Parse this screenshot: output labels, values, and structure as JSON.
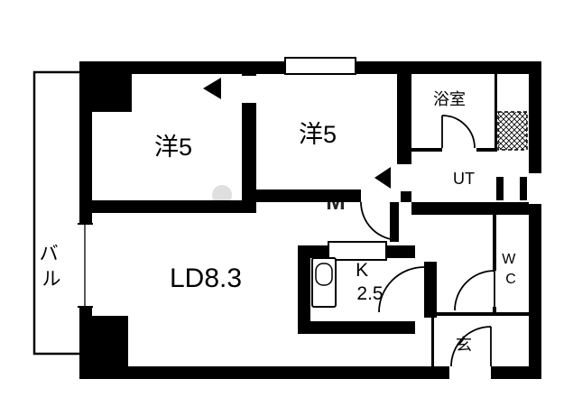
{
  "floor_plan": {
    "rooms": {
      "bedroom_a": {
        "label": "洋5"
      },
      "bedroom_b": {
        "label": "洋5"
      },
      "bath": {
        "label": "浴室"
      },
      "utility": {
        "label": "UT"
      },
      "toilet": {
        "lines": [
          "W",
          "C"
        ]
      },
      "living_dining": {
        "label": "LD8.3"
      },
      "kitchen": {
        "lines": [
          "K",
          "2.5"
        ]
      },
      "entrance": {
        "label": "玄"
      },
      "balcony": {
        "lines": [
          "バ",
          "ル"
        ]
      }
    },
    "watermark": {
      "text": "M"
    },
    "colors": {
      "wall": "#000000",
      "background": "#ffffff",
      "watermark": "#c9c9c9"
    }
  }
}
